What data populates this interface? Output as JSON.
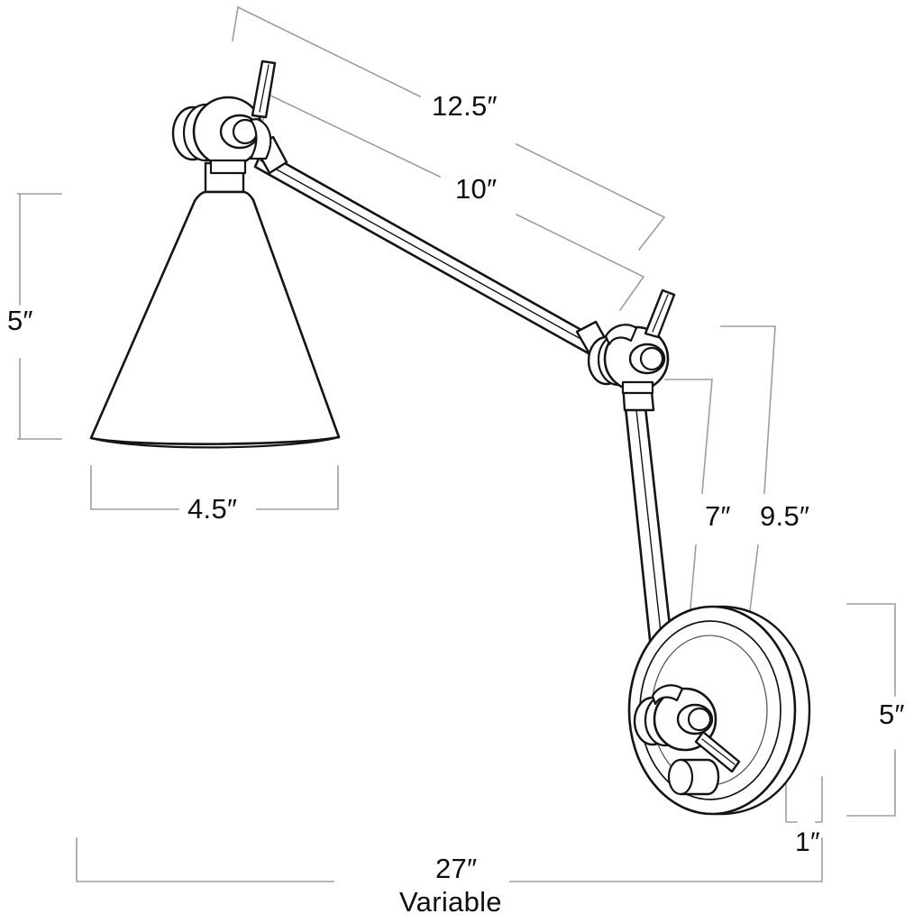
{
  "document": {
    "type": "technical-line-drawing",
    "subject": "Adjustable swing-arm wall sconce",
    "background_color": "#ffffff",
    "line_color": "#1a1a1a",
    "dimension_line_color": "#9a9a9a",
    "text_color": "#0f0f0f"
  },
  "dimensions": {
    "shade_height": "5″",
    "shade_diameter": "4.5″",
    "upper_arm_outer": "12.5″",
    "upper_arm_inner": "10″",
    "lower_arm_inner": "7″",
    "lower_arm_outer": "9.5″",
    "backplate_diameter": "5″",
    "backplate_depth": "1″",
    "overall_extension": "27″",
    "overall_extension_note": "Variable"
  },
  "parts": {
    "shade": "cone-shade",
    "upper_joint": "upper-knuckle-joint",
    "middle_joint": "middle-knuckle-joint",
    "lower_joint": "lower-knuckle-joint",
    "upper_arm": "upper-arm-tube",
    "lower_arm": "lower-arm-tube",
    "backplate": "round-wall-backplate",
    "thumb_lever_upper": "upper-thumb-lever",
    "thumb_lever_middle": "middle-thumb-lever",
    "thumb_lever_lower": "lower-thumb-lever",
    "switch_knob": "cylindrical-switch-knob"
  }
}
